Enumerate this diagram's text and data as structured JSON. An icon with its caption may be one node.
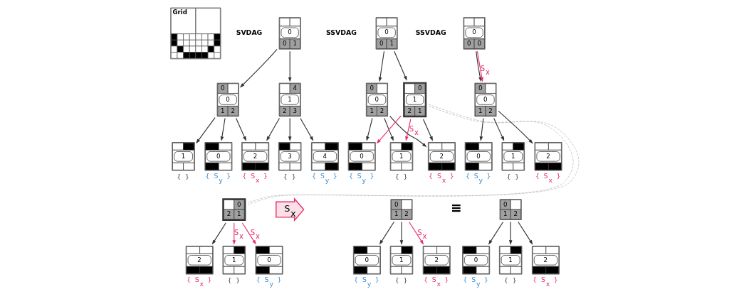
{
  "diagram": {
    "nodes": [
      {
        "text": [
          "Grid"
        ]
      },
      {
        "text": [
          "0",
          "0",
          "1"
        ]
      },
      {
        "text": [
          "0",
          "0",
          "1",
          "2"
        ]
      },
      {
        "text": [
          "1",
          "4",
          "2",
          "3"
        ]
      },
      {
        "text": [
          "0"
        ],
        "beside": [
          "{ S$_{y}$ }"
        ]
      },
      {
        "text": [
          "1"
        ],
        "beside": [
          "{ }"
        ]
      },
      {
        "text": [
          "2"
        ],
        "beside": [
          "{ S$_{x}$ }"
        ]
      },
      {
        "text": [
          "3"
        ],
        "beside": [
          "{ }"
        ]
      },
      {
        "text": [
          "4"
        ],
        "beside": [
          "{ S$_{y}$ }"
        ]
      },
      {
        "text": [
          "0",
          "0",
          "1"
        ]
      },
      {
        "text": [
          "0",
          "0",
          "1",
          "2"
        ]
      },
      {
        "text": [
          "1",
          "0",
          "2",
          "1"
        ]
      },
      {
        "text": [
          "0"
        ],
        "beside": [
          "{ S$_{y}$ }"
        ]
      },
      {
        "text": [
          "1"
        ],
        "beside": [
          "{ }"
        ]
      },
      {
        "text": [
          "2"
        ],
        "beside": [
          "{ S$_{x}$ }"
        ]
      },
      {
        "text": [
          "0",
          "0",
          "0"
        ]
      },
      {
        "text": [
          "0",
          "0",
          "1",
          "2"
        ]
      },
      {
        "text": [
          "0"
        ],
        "beside": [
          "{ S$_{y}$ }"
        ]
      },
      {
        "text": [
          "1"
        ],
        "beside": [
          "{ }"
        ]
      },
      {
        "text": [
          "2"
        ],
        "beside": [
          "{ S$_{x}$ }"
        ]
      },
      {
        "text": [
          "0",
          "2",
          "1"
        ]
      },
      {
        "text": [
          "2"
        ],
        "beside": [
          "{ S$_{x}$ }"
        ]
      },
      {
        "text": [
          "1"
        ],
        "beside": [
          "{ }"
        ]
      },
      {
        "text": [
          "0"
        ],
        "beside": [
          "{ S$_{y}$ }"
        ]
      },
      {
        "text": [
          "S$_{x}$"
        ]
      },
      {
        "text": [
          "0",
          "1",
          "2"
        ]
      },
      {
        "text": [
          "0"
        ],
        "beside": [
          "{ S$_{y}$ }"
        ]
      },
      {
        "text": [
          "1"
        ],
        "beside": [
          "{ }"
        ]
      },
      {
        "text": [
          "2"
        ],
        "beside": [
          "{ S$_{x}$ }"
        ]
      },
      {
        "text": [
          "0",
          "1",
          "2"
        ]
      },
      {
        "text": [
          "0"
        ],
        "beside": [
          "{ S$_{y}$ }"
        ]
      },
      {
        "text": [
          "1"
        ],
        "beside": [
          "{ }"
        ]
      },
      {
        "text": [
          "2"
        ],
        "beside": [
          "{ S$_{x}$ }"
        ]
      }
    ],
    "edges": [
      {
        "from": 1,
        "to": 2,
        "arrow": "to"
      },
      {
        "from": 1,
        "to": 3,
        "arrow": "to"
      },
      {
        "from": 2,
        "to": 4,
        "arrow": "to"
      },
      {
        "from": 2,
        "to": 5,
        "arrow": "to"
      },
      {
        "from": 2,
        "to": 6,
        "arrow": "to"
      },
      {
        "from": 3,
        "to": 6,
        "arrow": "to"
      },
      {
        "from": 3,
        "to": 7,
        "arrow": "to"
      },
      {
        "from": 3,
        "to": 8,
        "arrow": "to"
      },
      {
        "from": 9,
        "to": 10,
        "arrow": "to"
      },
      {
        "from": 9,
        "to": 11,
        "arrow": "to"
      },
      {
        "from": 10,
        "to": 12,
        "arrow": "to"
      },
      {
        "from": 10,
        "to": 13,
        "arrow": "to"
      },
      {
        "from": 10,
        "to": 14,
        "arrow": "to"
      },
      {
        "from": 11,
        "to": 14,
        "arrow": "to"
      },
      {
        "from": 11,
        "to": 12,
        "arrow": "to",
        "color": "#e8306a"
      },
      {
        "from": 11,
        "to": 13,
        "arrow": "to",
        "label": "S$_{x}$",
        "color": "#e8306a"
      },
      {
        "from": 15,
        "to": 16,
        "arrow": "to"
      },
      {
        "from": 15,
        "to": 16,
        "arrow": "to",
        "label": "S$_{x}$",
        "color": "#e8306a"
      },
      {
        "from": 16,
        "to": 17,
        "arrow": "to"
      },
      {
        "from": 16,
        "to": 18,
        "arrow": "to"
      },
      {
        "from": 16,
        "to": 19,
        "arrow": "to"
      },
      {
        "from": 11,
        "to": 20,
        "arrow": "none",
        "style": "dashed",
        "color": "#bbbbbb"
      },
      {
        "from": 11,
        "to": 20,
        "arrow": "none",
        "style": "dashed",
        "color": "#bbbbbb"
      },
      {
        "from": 20,
        "to": 21,
        "arrow": "to"
      },
      {
        "from": 20,
        "to": 22,
        "arrow": "to",
        "label": "S$_{x}$",
        "color": "#e8306a"
      },
      {
        "from": 20,
        "to": 23,
        "arrow": "to",
        "label": "S$_{x}$",
        "color": "#e8306a"
      },
      {
        "from": 25,
        "to": 26,
        "arrow": "to"
      },
      {
        "from": 25,
        "to": 27,
        "arrow": "to"
      },
      {
        "from": 25,
        "to": 28,
        "arrow": "to",
        "label": "S$_{x}$",
        "color": "#e8306a"
      },
      {
        "from": 29,
        "to": 30,
        "arrow": "to"
      },
      {
        "from": 29,
        "to": 31,
        "arrow": "to"
      },
      {
        "from": 29,
        "to": 32,
        "arrow": "to"
      }
    ],
    "labels": [
      "SVDAG",
      "SSVDAG",
      "SSVDAG",
      "≡"
    ]
  }
}
